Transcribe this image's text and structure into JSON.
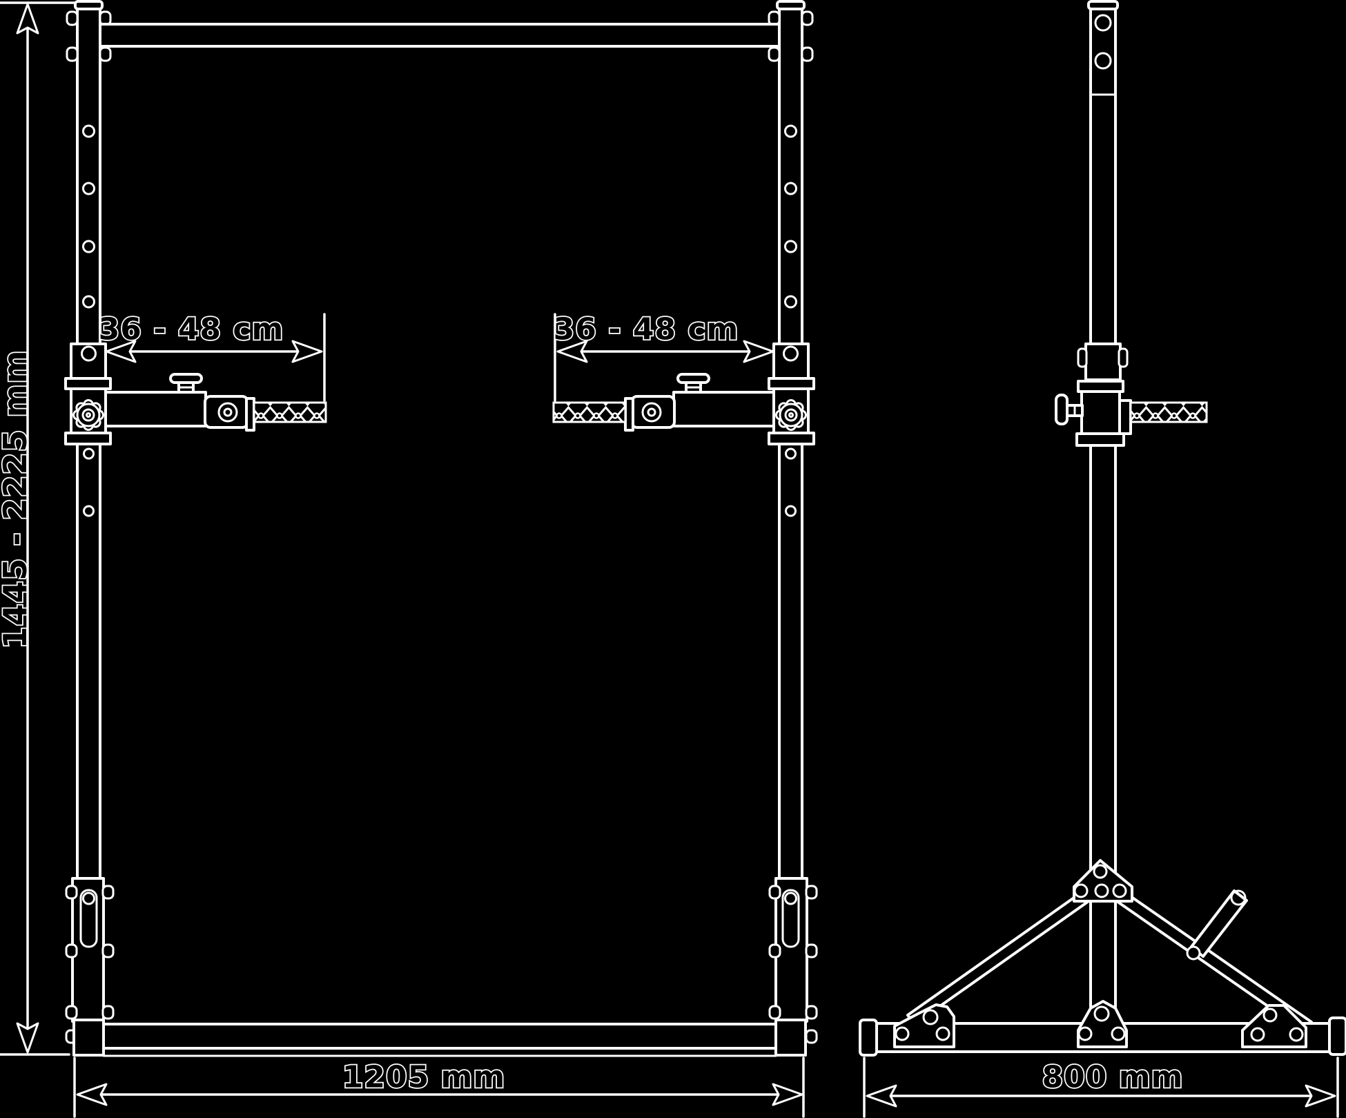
{
  "diagram": {
    "title": "squat-rack-dimension-drawing",
    "front_view": {
      "height_label": "1445 - 2225 mm",
      "left_hook_label": "36 - 48 cm",
      "right_hook_label": "36 - 48 cm",
      "width_label": "1205 mm"
    },
    "side_view": {
      "depth_label": "800 mm"
    },
    "colors": {
      "background": "#000000",
      "line": "#ffffff",
      "fill": "#000000"
    }
  }
}
